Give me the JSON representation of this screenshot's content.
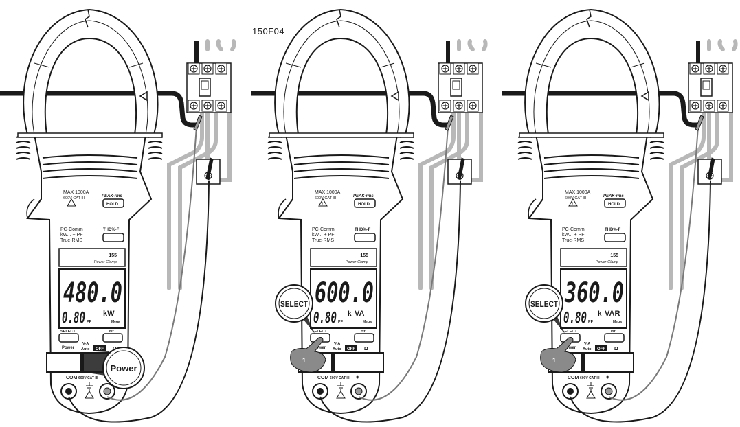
{
  "figure_code": "150F04",
  "meters": [
    {
      "id": "meter-1",
      "panel": {
        "max_label": "MAX 1000A",
        "cat_label": "600V CAT III",
        "peak_label": "PEAK-rms",
        "hold_label": "HOLD",
        "features": [
          "PC-Comm",
          "kW... + PF",
          "True-RMS"
        ],
        "thd_label": "THD%-F",
        "model": "155",
        "brand": "Power-Clamp",
        "select_label": "SELECT",
        "hz_label": "Hz",
        "power_label": "Power",
        "va_label": "V-A",
        "auto_label": "Auto",
        "off_label": "OFF",
        "ohm_label": "Ω",
        "com_label": "COM",
        "jack_max": "MAX",
        "jack_cat": "600V CAT III",
        "plus_label": "+"
      },
      "lcd": {
        "main": "480.0",
        "pf_value": "0.80",
        "pf_unit": "PF",
        "prefix": "",
        "unit": "kW",
        "range": "Mega"
      },
      "callout": {
        "label": "Power",
        "type": "rotary-switch"
      }
    },
    {
      "id": "meter-2",
      "panel": {
        "max_label": "MAX 1000A",
        "cat_label": "600V CAT III",
        "peak_label": "PEAK-rms",
        "hold_label": "HOLD",
        "features": [
          "PC-Comm",
          "kW... + PF",
          "True-RMS"
        ],
        "thd_label": "THD%-F",
        "model": "155",
        "brand": "Power-Clamp",
        "select_label": "SELECT",
        "hz_label": "Hz",
        "power_label": "Power",
        "va_label": "V-A",
        "auto_label": "Auto",
        "off_label": "OFF",
        "ohm_label": "Ω",
        "com_label": "COM",
        "jack_max": "MAX",
        "jack_cat": "600V CAT III",
        "plus_label": "+"
      },
      "lcd": {
        "main": "600.0",
        "pf_value": "0.80",
        "pf_unit": "PF",
        "prefix": "k",
        "unit": "VA",
        "range": "Mega"
      },
      "callout": {
        "label": "SELECT",
        "type": "button-press",
        "step": "1"
      }
    },
    {
      "id": "meter-3",
      "panel": {
        "max_label": "MAX 1000A",
        "cat_label": "600V CAT III",
        "peak_label": "PEAK-rms",
        "hold_label": "HOLD",
        "features": [
          "PC-Comm",
          "kW... + PF",
          "True-RMS"
        ],
        "thd_label": "THD%-F",
        "model": "155",
        "brand": "Power-Clamp",
        "select_label": "SELECT",
        "hz_label": "Hz",
        "power_label": "Power",
        "va_label": "V-A",
        "auto_label": "Auto",
        "off_label": "OFF",
        "ohm_label": "Ω",
        "com_label": "COM",
        "jack_max": "MAX",
        "jack_cat": "600V CAT III",
        "plus_label": "+"
      },
      "lcd": {
        "main": "360.0",
        "pf_value": "0.80",
        "pf_unit": "PF",
        "prefix": "k",
        "unit": "VAR",
        "range": "Mega"
      },
      "callout": {
        "label": "SELECT",
        "type": "button-press",
        "step": "1"
      }
    }
  ],
  "colors": {
    "line": "#1a1a1a",
    "cable": "#1a1a1a",
    "wire_gray": "#b8b8b8",
    "panel": "#ffffff",
    "lcd_bg": "#ffffff",
    "finger": "#8a8a8a"
  },
  "icons": [
    "clamp-jaw-icon",
    "breaker-icon",
    "terminal-screw-icon",
    "warning-triangle-icon",
    "ground-icon",
    "hand-pointer-icon"
  ]
}
